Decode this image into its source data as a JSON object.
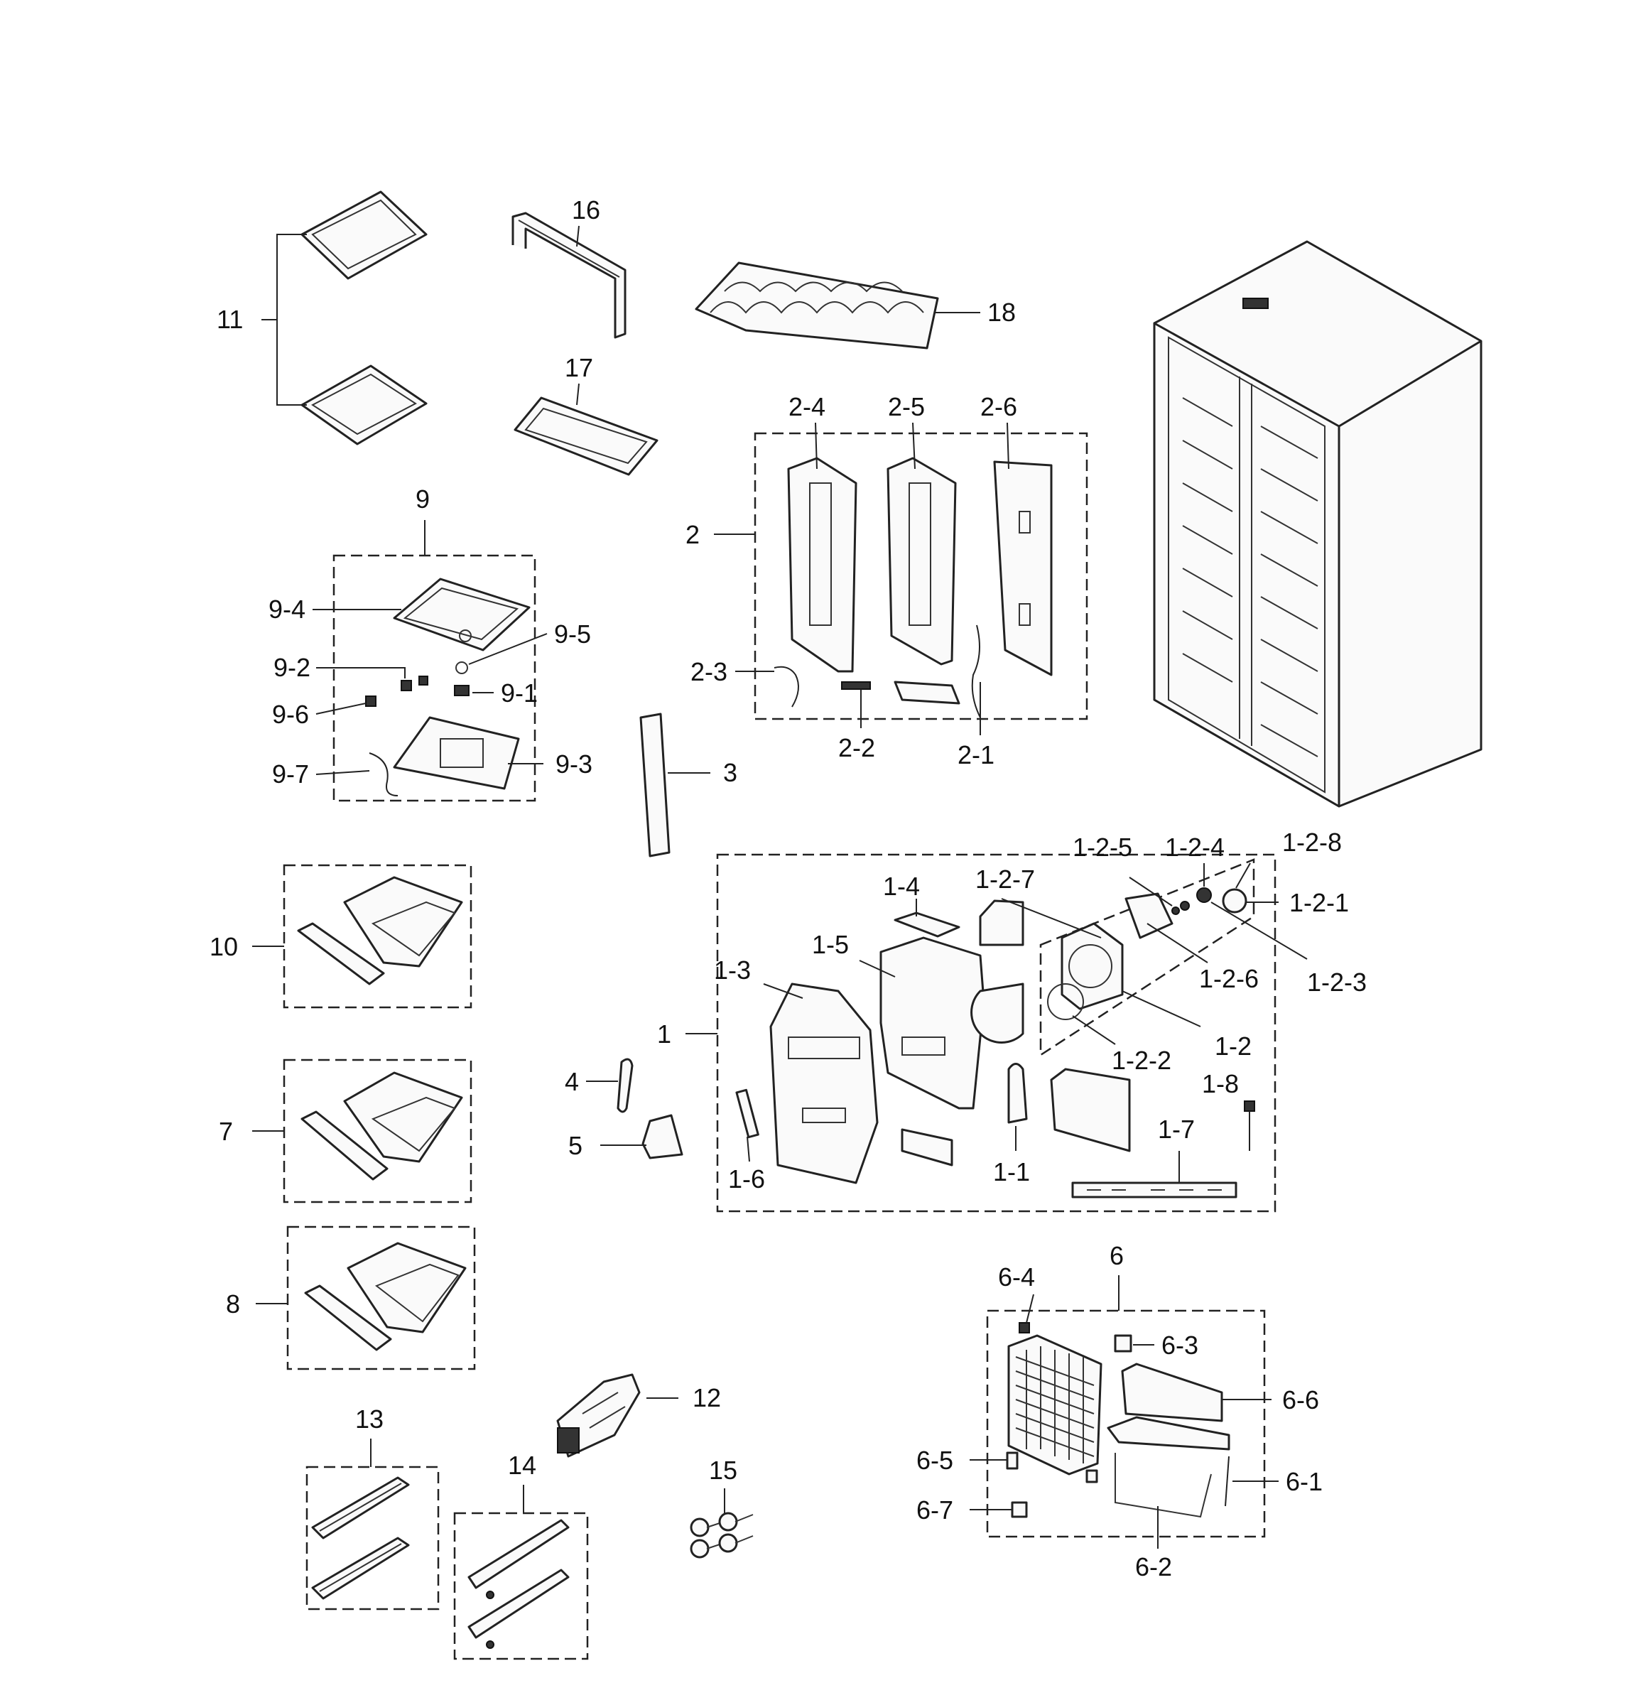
{
  "labels": {
    "p11": "11",
    "p16": "16",
    "p18": "18",
    "p17": "17",
    "p9": "9",
    "p9_4": "9-4",
    "p9_5": "9-5",
    "p9_2": "9-2",
    "p9_1": "9-1",
    "p9_6": "9-6",
    "p9_7": "9-7",
    "p9_3": "9-3",
    "p2": "2",
    "p2_4": "2-4",
    "p2_5": "2-5",
    "p2_6": "2-6",
    "p2_3": "2-3",
    "p2_2": "2-2",
    "p2_1": "2-1",
    "p3": "3",
    "p10": "10",
    "p7": "7",
    "p8": "8",
    "p4": "4",
    "p5": "5",
    "p1": "1",
    "p1_3": "1-3",
    "p1_4": "1-4",
    "p1_5": "1-5",
    "p1_6": "1-6",
    "p1_1": "1-1",
    "p1_7": "1-7",
    "p1_8": "1-8",
    "p1_2": "1-2",
    "p1_2_1": "1-2-1",
    "p1_2_2": "1-2-2",
    "p1_2_3": "1-2-3",
    "p1_2_4": "1-2-4",
    "p1_2_5": "1-2-5",
    "p1_2_6": "1-2-6",
    "p1_2_7": "1-2-7",
    "p1_2_8": "1-2-8",
    "p6": "6",
    "p6_1": "6-1",
    "p6_2": "6-2",
    "p6_3": "6-3",
    "p6_4": "6-4",
    "p6_5": "6-5",
    "p6_6": "6-6",
    "p6_7": "6-7",
    "p12": "12",
    "p13": "13",
    "p14": "14",
    "p15": "15"
  }
}
